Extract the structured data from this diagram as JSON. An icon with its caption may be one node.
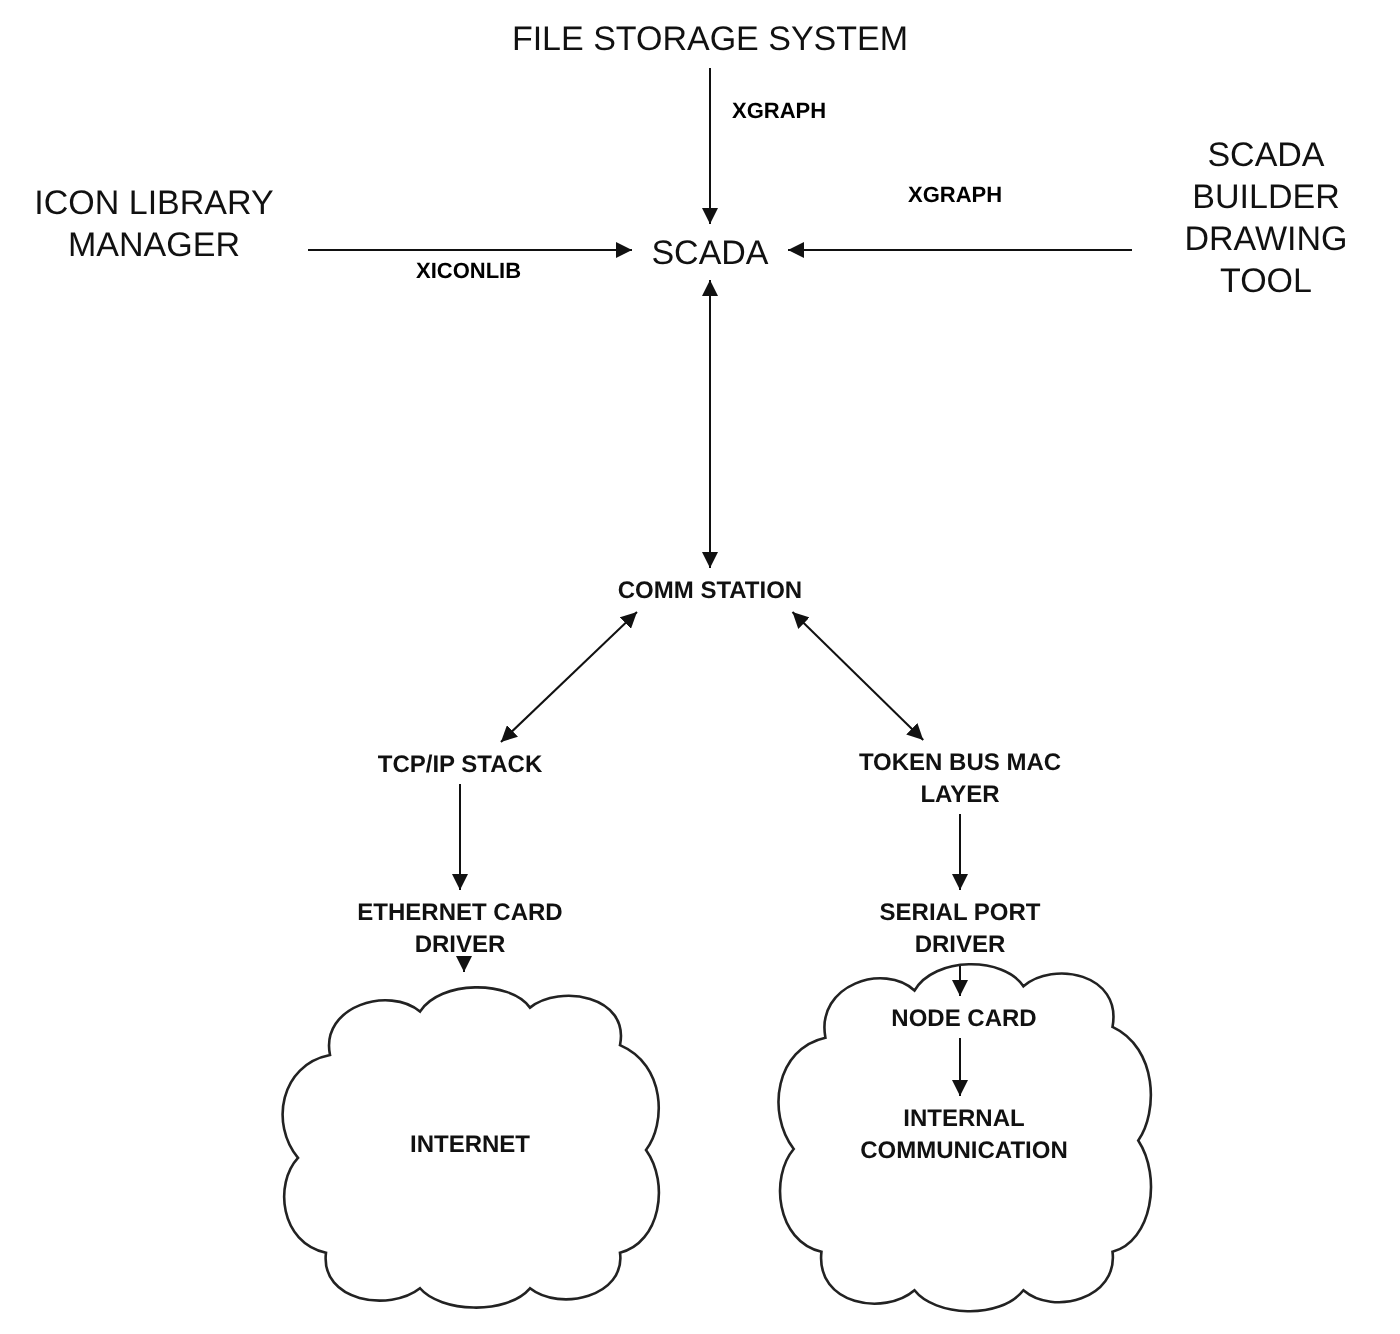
{
  "diagram": {
    "nodes": [
      {
        "text": [
          "FILE STORAGE SYSTEM"
        ]
      },
      {
        "text": [
          "ICON LIBRARY MANAGER"
        ]
      },
      {
        "text": [
          "SCADA"
        ]
      },
      {
        "text": [
          "SCADA BUILDER DRAWING TOOL"
        ]
      },
      {
        "text": [
          "COMM STATION"
        ]
      },
      {
        "text": [
          "TCP/IP STACK"
        ]
      },
      {
        "text": [
          "TOKEN BUS MAC LAYER"
        ]
      },
      {
        "text": [
          "ETHERNET CARD DRIVER"
        ]
      },
      {
        "text": [
          "SERIAL PORT DRIVER"
        ]
      },
      {
        "text": [
          "INTERNET"
        ]
      },
      {
        "text": [],
        "shape": "cloud"
      },
      {
        "text": [
          "NODE CARD"
        ],
        "in": 10
      },
      {
        "text": [
          "INTERNAL COMMUNICATION"
        ],
        "in": 10
      }
    ],
    "edges": [
      {
        "from": 0,
        "to": 2,
        "arrow": "to",
        "label": "XGRAPH"
      },
      {
        "from": 1,
        "to": 2,
        "arrow": "to",
        "label": "XICONLIB"
      },
      {
        "from": 3,
        "to": 2,
        "arrow": "to",
        "label": "XGRAPH"
      },
      {
        "from": 2,
        "to": 4,
        "arrow": "both"
      },
      {
        "from": 4,
        "to": 5,
        "arrow": "both"
      },
      {
        "from": 4,
        "to": 6,
        "arrow": "both"
      },
      {
        "from": 5,
        "to": 7,
        "arrow": "to"
      },
      {
        "from": 6,
        "to": 8,
        "arrow": "to"
      },
      {
        "from": 7,
        "to": 9,
        "arrow": "to"
      },
      {
        "from": 8,
        "to": 11,
        "arrow": "to"
      },
      {
        "from": 11,
        "to": 12,
        "arrow": "to"
      }
    ]
  }
}
